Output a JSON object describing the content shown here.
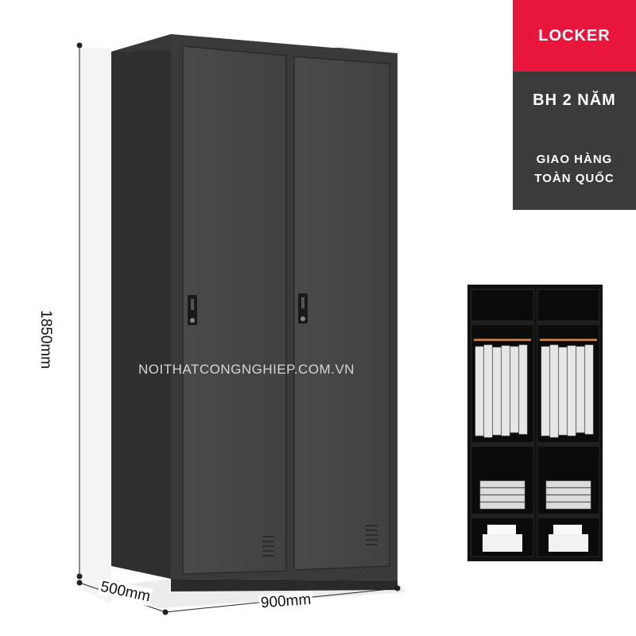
{
  "badges": {
    "product": "LOCKER",
    "warranty": "BH 2 NĂM",
    "shipping_line1": "GIAO HÀNG",
    "shipping_line2": "TOÀN QUỐC"
  },
  "dimensions": {
    "height": "1850mm",
    "depth": "500mm",
    "width": "900mm"
  },
  "watermark": "NOITHATCONGNGHIEP.COM.VN",
  "colors": {
    "accent_red": "#e8163c",
    "badge_dark": "#3b3b3b",
    "cabinet_body": "#3e3e3e",
    "cabinet_door": "#454545",
    "interior_black": "#111111"
  }
}
